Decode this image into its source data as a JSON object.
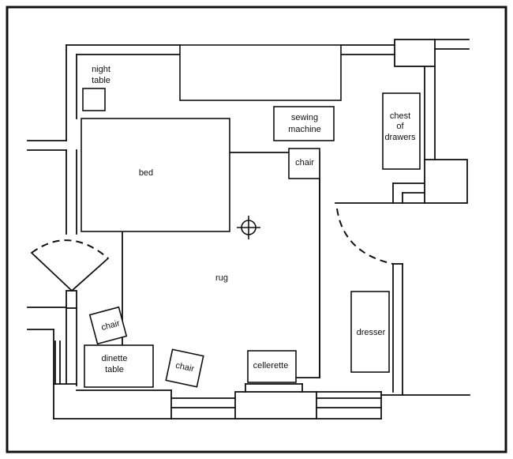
{
  "labels": {
    "night_table_1": "night",
    "night_table_2": "table",
    "sewing_machine_1": "sewing",
    "sewing_machine_2": "machine",
    "chest_1": "chest",
    "chest_2": "of",
    "chest_3": "drawers",
    "bed": "bed",
    "chair_top": "chair",
    "rug": "rug",
    "chair_left": "chair",
    "dinette_table_1": "dinette",
    "dinette_table_2": "table",
    "chair_bottom": "chair",
    "cellerette": "cellerette",
    "dresser": "dresser"
  },
  "icons": {
    "center_marker": "crosshair-icon"
  }
}
